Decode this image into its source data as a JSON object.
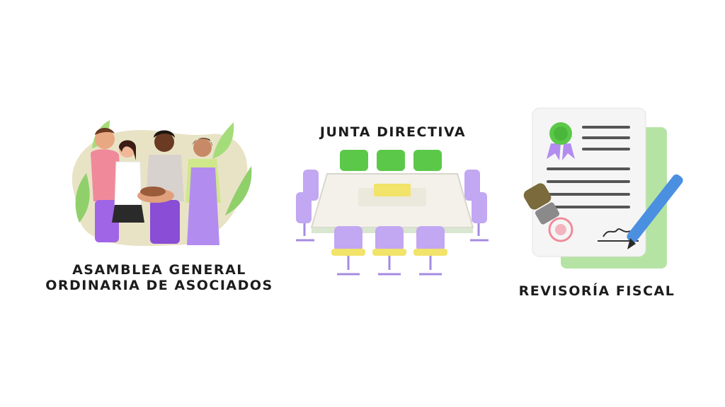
{
  "sections": [
    {
      "id": "assembly",
      "label_lines": [
        "ASAMBLEA GENERAL",
        "ORDINARIA DE ASOCIADOS"
      ],
      "illustration": "team-hands-together"
    },
    {
      "id": "board",
      "label_lines": [
        "JUNTA DIRECTIVA"
      ],
      "illustration": "meeting-table"
    },
    {
      "id": "audit",
      "label_lines": [
        "REVISORÍA FISCAL"
      ],
      "illustration": "certified-document"
    }
  ],
  "colors": {
    "text": "#1c1c1c",
    "purple": "#b38cf0",
    "green": "#5cc84a",
    "yellow": "#f2e36a",
    "pale_green": "#b5e3a3",
    "pink": "#f08a9a",
    "blob": "#e9e3c6"
  }
}
